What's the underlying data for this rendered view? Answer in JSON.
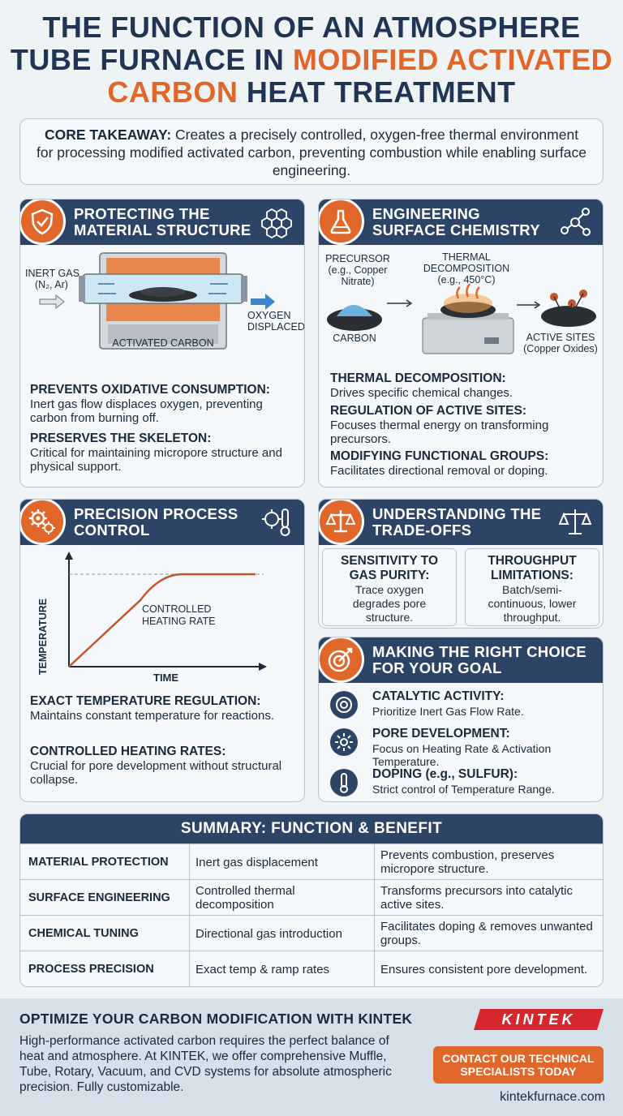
{
  "title": {
    "line1": "THE FUNCTION OF AN ATMOSPHERE",
    "line2_a": "TUBE FURNACE IN ",
    "line2_b": "MODIFIED ACTIVATED",
    "line3_a": "CARBON",
    "line3_b": " HEAT TREATMENT"
  },
  "core": {
    "label": "CORE TAKEAWAY:",
    "text": " Creates a precisely controlled, oxygen-free thermal environment for processing modified activated carbon, preventing combustion while enabling surface engineering."
  },
  "protect": {
    "heading1": "PROTECTING THE",
    "heading2": "MATERIAL STRUCTURE",
    "inert_gas": "INERT GAS",
    "inert_gas_sub": "(N₂, Ar)",
    "oxygen1": "OXYGEN",
    "oxygen2": "DISPLACED",
    "furnace_label": "ACTIVATED CARBON",
    "s1_title": "PREVENTS OXIDATIVE CONSUMPTION:",
    "s1_body": "Inert gas flow displaces oxygen, preventing carbon from burning off.",
    "s2_title": "PRESERVES THE SKELETON:",
    "s2_body": "Critical for maintaining micropore structure and physical support."
  },
  "surface": {
    "heading1": "ENGINEERING",
    "heading2": "SURFACE CHEMISTRY",
    "precursor1": "PRECURSOR",
    "precursor2": "(e.g., Copper",
    "precursor3": "Nitrate)",
    "thermal1": "THERMAL",
    "thermal2": "DECOMPOSITION",
    "thermal3": "(e.g., 450°C)",
    "carbon": "CARBON",
    "active1": "ACTIVE SITES",
    "active2": "(Copper Oxides)",
    "s1_title": "THERMAL DECOMPOSITION:",
    "s1_body": "Drives specific chemical changes.",
    "s2_title": "REGULATION OF ACTIVE SITES:",
    "s2_body": "Focuses thermal energy on transforming precursors.",
    "s3_title": "MODIFYING FUNCTIONAL GROUPS:",
    "s3_body": "Facilitates directional removal or doping."
  },
  "precision": {
    "heading1": "PRECISION PROCESS",
    "heading2": "CONTROL",
    "y_axis": "TEMPERATURE",
    "x_axis": "TIME",
    "curve_label1": "CONTROLLED",
    "curve_label2": "HEATING RATE",
    "s1_title": "EXACT TEMPERATURE REGULATION:",
    "s1_body": "Maintains constant temperature for reactions.",
    "s2_title": "CONTROLLED HEATING RATES:",
    "s2_body": "Crucial for pore development without structural collapse."
  },
  "tradeoffs": {
    "heading1": "UNDERSTANDING THE",
    "heading2": "TRADE-OFFS",
    "b1_title1": "SENSITIVITY TO",
    "b1_title2": "GAS PURITY:",
    "b1_body": "Trace oxygen degrades pore structure.",
    "b2_title1": "THROUGHPUT",
    "b2_title2": "LIMITATIONS:",
    "b2_body": "Batch/semi-continuous, lower throughput."
  },
  "choice": {
    "heading1": "MAKING THE RIGHT CHOICE",
    "heading2": "FOR YOUR GOAL",
    "items": [
      {
        "title": "CATALYTIC ACTIVITY:",
        "body": "Prioritize Inert Gas Flow Rate."
      },
      {
        "title": "PORE DEVELOPMENT:",
        "body": "Focus on Heating Rate & Activation Temperature."
      },
      {
        "title": "DOPING (e.g., SULFUR):",
        "body": "Strict control of Temperature Range."
      }
    ]
  },
  "summary": {
    "heading": "SUMMARY: FUNCTION & BENEFIT",
    "rows": [
      {
        "function": "MATERIAL PROTECTION",
        "method": "Inert gas displacement",
        "benefit": "Prevents combustion, preserves micropore structure."
      },
      {
        "function": "SURFACE ENGINEERING",
        "method": "Controlled thermal decomposition",
        "benefit": "Transforms precursors into catalytic active sites."
      },
      {
        "function": "CHEMICAL TUNING",
        "method": "Directional gas introduction",
        "benefit": "Facilitates doping & removes unwanted groups."
      },
      {
        "function": "PROCESS PRECISION",
        "method": "Exact temp & ramp rates",
        "benefit": "Ensures consistent pore development."
      }
    ]
  },
  "footer": {
    "title": "OPTIMIZE YOUR CARBON MODIFICATION WITH KINTEK",
    "body": "High-performance activated carbon requires the perfect balance of heat and atmosphere. At KINTEK, we offer comprehensive Muffle, Tube, Rotary, Vacuum, and CVD systems for absolute atmospheric precision. Fully customizable.",
    "cta": "CONTACT OUR TECHNICAL SPECIALISTS TODAY",
    "logo": "KINTEK",
    "url": "kintekfurnace.com"
  },
  "colors": {
    "navy": "#2d4467",
    "orange": "#e0662a",
    "panel": "#f4f8fa",
    "background": "#eef3f6"
  }
}
